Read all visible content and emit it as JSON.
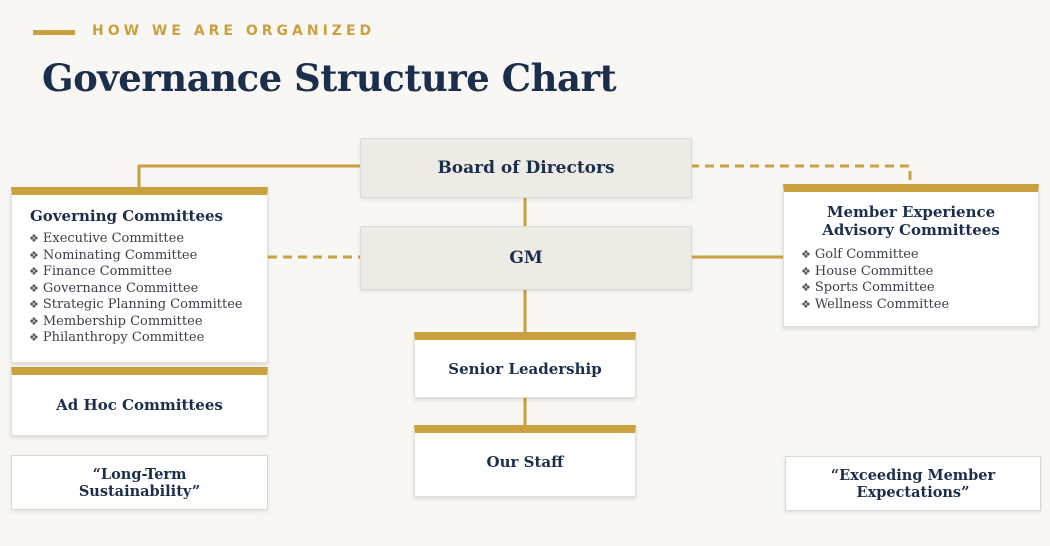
{
  "header": {
    "eyebrow": "HOW WE ARE ORGANIZED",
    "title": "Governance Structure Chart"
  },
  "colors": {
    "gold": "#c9a13f",
    "navy": "#1b2e4b",
    "grey_box": "#edebe5"
  },
  "diagram": {
    "board": "Board of Directors",
    "gm": "GM",
    "governing": {
      "title": "Governing Committees",
      "items": [
        "Executive Committee",
        "Nominating Committee",
        "Finance Committee",
        "Governance Committee",
        "Strategic Planning Committee",
        "Membership Committee",
        "Philanthropy Committee"
      ]
    },
    "adhoc": "Ad Hoc Committees",
    "member_experience": {
      "title_line1": "Member Experience",
      "title_line2": "Advisory Committees",
      "items": [
        "Golf Committee",
        "House Committee",
        "Sports Committee",
        "Wellness Committee"
      ]
    },
    "senior_leadership": "Senior Leadership",
    "our_staff": "Our Staff",
    "quote_left_line1": "“Long-Term",
    "quote_left_line2": "Sustainability”",
    "quote_right_line1": "“Exceeding Member",
    "quote_right_line2": "Expectations”",
    "bullet_glyph": "❖"
  }
}
